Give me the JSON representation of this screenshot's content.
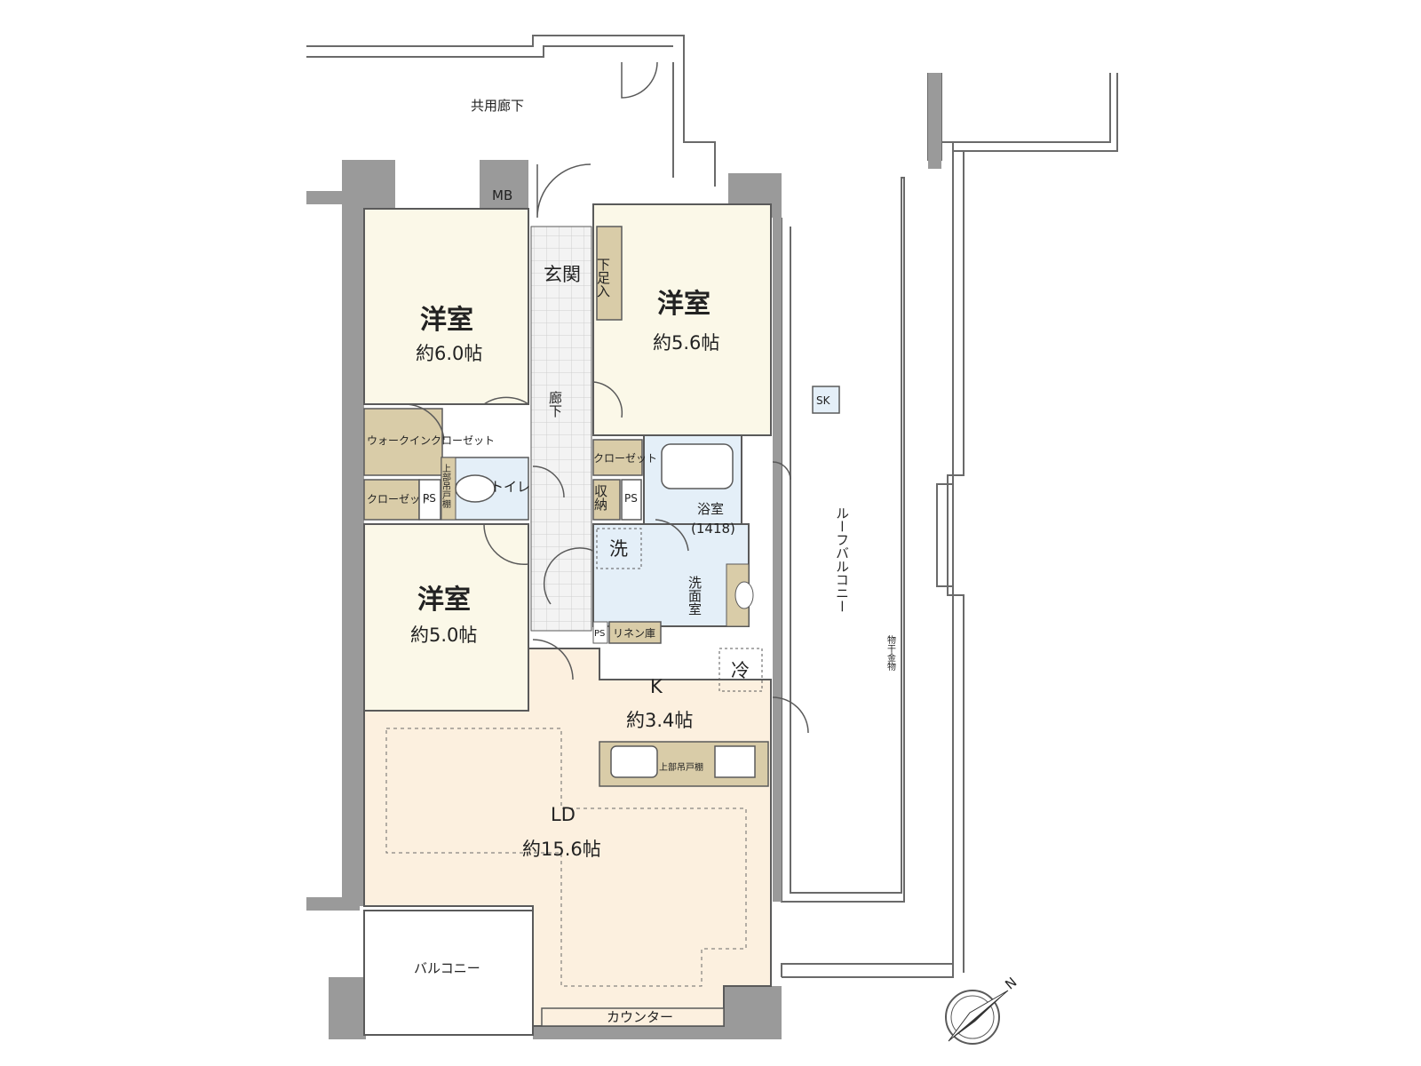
{
  "corridor_common": "共用廊下",
  "mb": "MB",
  "genkan": "玄関",
  "shoe_storage": "下足入",
  "bedroom1": {
    "name": "洋室",
    "area": "約6.0帖"
  },
  "bedroom2": {
    "name": "洋室",
    "area": "約5.6帖"
  },
  "bedroom3": {
    "name": "洋室",
    "area": "約5.0帖"
  },
  "hallway": "廊下",
  "walkin": "ウォークインクローゼット",
  "closet": "クローゼット",
  "closet2": "クローゼット",
  "ps": "PS",
  "ps2": "PS",
  "ps3": "PS",
  "toilet": "トイレ",
  "toilet_shelf": "上部吊戸棚",
  "storage": "収納",
  "bath": "浴室",
  "bath_size": "(1418)",
  "washer": "洗",
  "washroom": "洗面室",
  "linen": "リネン庫",
  "fridge": "冷",
  "kitchen": {
    "name": "K",
    "area": "約3.4帖"
  },
  "kitchen_shelf": "上部吊戸棚",
  "ld": {
    "name": "LD",
    "area": "約15.6帖"
  },
  "roof_balcony": "ルーフバルコニー",
  "laundry_hanger": "物干金物",
  "sk": "SK",
  "balcony": "バルコニー",
  "counter": "カウンター",
  "north": "N",
  "colors": {
    "wall": "#9a9a9a",
    "line": "#5a5a5a",
    "bedroom": "#fbf8e8",
    "ld": "#fcf0df",
    "wet": "#e4eff8",
    "storage": "#d9cca8",
    "tile": "#f0f0f0"
  }
}
